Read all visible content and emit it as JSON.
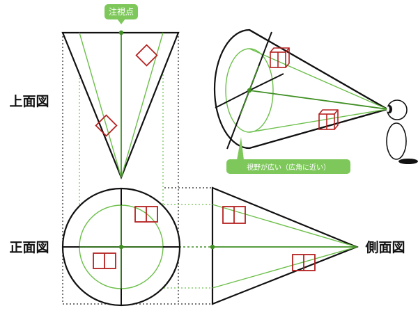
{
  "labels": {
    "focus_point": "注視点",
    "top_view": "上面図",
    "front_view": "正面図",
    "side_view": "側面図",
    "wide_view_note": "視野が広い（広角に近い）"
  },
  "colors": {
    "outline": "#111111",
    "guide_green": "#6cbf4a",
    "axis_green": "#3e8e22",
    "box_red": "#b52020",
    "callout_fill": "#7ec85b",
    "dotted": "#222222"
  },
  "icons": {
    "viewer": "viewer-figure-icon",
    "eye": "eye-icon"
  }
}
